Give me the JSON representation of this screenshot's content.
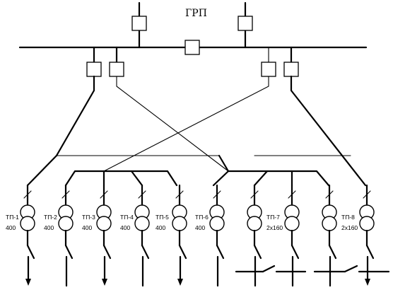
{
  "title": "ГРП",
  "substations": [
    {
      "name": "ТП-1",
      "rating": "400"
    },
    {
      "name": "ТП-2",
      "rating": "400"
    },
    {
      "name": "ТП-3",
      "rating": "400"
    },
    {
      "name": "ТП-4",
      "rating": "400"
    },
    {
      "name": "ТП-5",
      "rating": "400"
    },
    {
      "name": "ТП-6",
      "rating": "400"
    },
    {
      "name": "ТП-7",
      "rating": "2x160"
    },
    {
      "name": "ТП-8",
      "rating": "2x160"
    }
  ]
}
